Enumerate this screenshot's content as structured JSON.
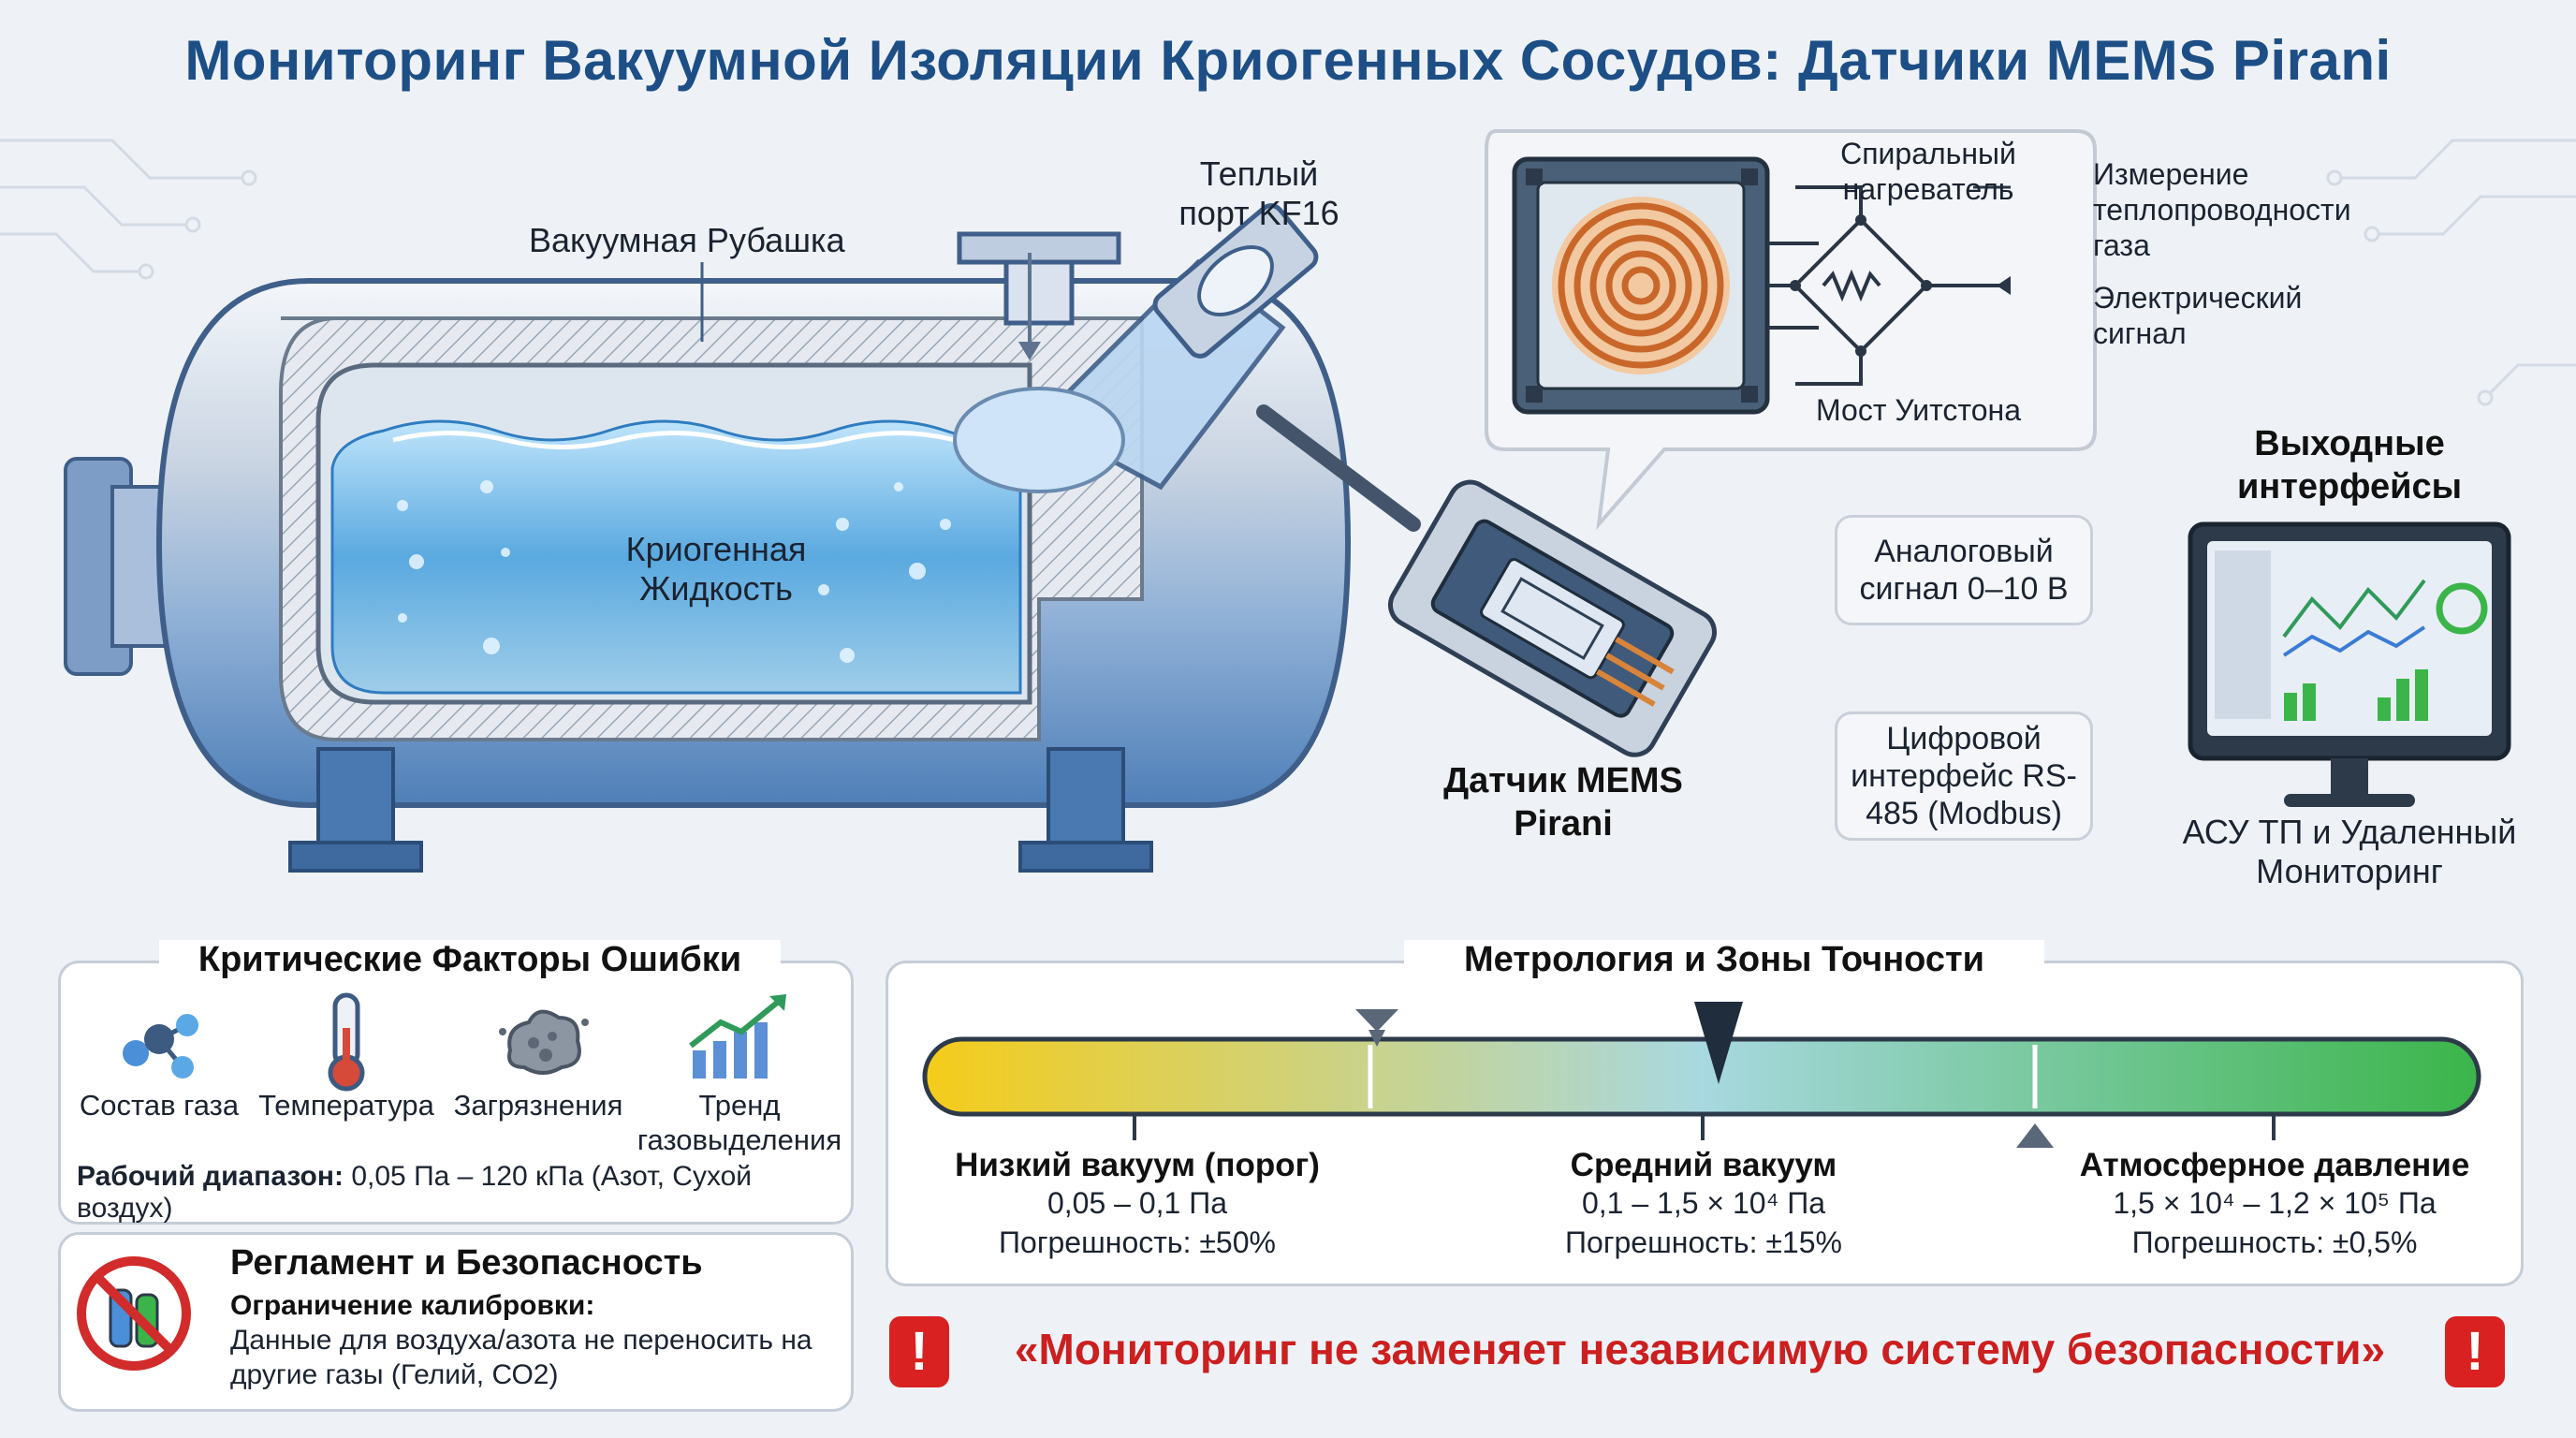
{
  "title": "Мониторинг Вакуумной Изоляции Криогенных Сосудов: Датчики MEMS Pirani",
  "vessel": {
    "jacket_label": "Вакуумная Рубашка",
    "liquid_label": "Криогенная Жидкость",
    "port_label": "Теплый порт KF16",
    "sensor_label": "Датчик MEMS Pirani"
  },
  "sensor_detail": {
    "heater_label": "Спиральный нагреватель",
    "bridge_label": "Мост Уитстона",
    "thermal_label": "Измерение теплопроводности газа",
    "signal_label": "Электрический сигнал"
  },
  "outputs": {
    "title": "Выходные интерфейсы",
    "analog": "Аналоговый сигнал 0–10 В",
    "digital": "Цифровой интерфейс RS-485 (Modbus)",
    "scada_label": "АСУ ТП и Удаленный Мониторинг"
  },
  "error_factors": {
    "title": "Критические Факторы Ошибки",
    "items": [
      {
        "label": "Состав газа",
        "icon": "molecule-icon"
      },
      {
        "label": "Температура",
        "icon": "thermometer-icon"
      },
      {
        "label": "Загрязнения",
        "icon": "contamination-icon"
      },
      {
        "label": "Тренд газовыделения",
        "icon": "trend-chart-icon"
      }
    ],
    "range_label": "Рабочий диапазон:",
    "range_value": "0,05 Па – 120 кПа (Азот, Сухой воздух)"
  },
  "safety": {
    "title": "Регламент и Безопасность",
    "subtitle": "Ограничение калибровки:",
    "text": "Данные для воздуха/азота не переносить на другие газы (Гелий, СО2)"
  },
  "metrology": {
    "title": "Метрология и Зоны Точности",
    "colors": {
      "low": "#f5cc1a",
      "mid": "#a8d8e0",
      "high": "#3bb54a"
    },
    "zones": [
      {
        "name": "Низкий вакуум (порог)",
        "range": "0,05 – 0,1 Па",
        "accuracy": "Погрешность: ±50%"
      },
      {
        "name": "Средний вакуум",
        "range": "0,1 – 1,5 × 10⁴ Па",
        "accuracy": "Погрешность: ±15%"
      },
      {
        "name": "Атмосферное давление",
        "range": "1,5 × 10⁴ – 1,2 × 10⁵ Па",
        "accuracy": "Погрешность: ±0,5%"
      }
    ]
  },
  "warning": "«Мониторинг не заменяет независимую систему безопасности»",
  "warning_icon": "!"
}
